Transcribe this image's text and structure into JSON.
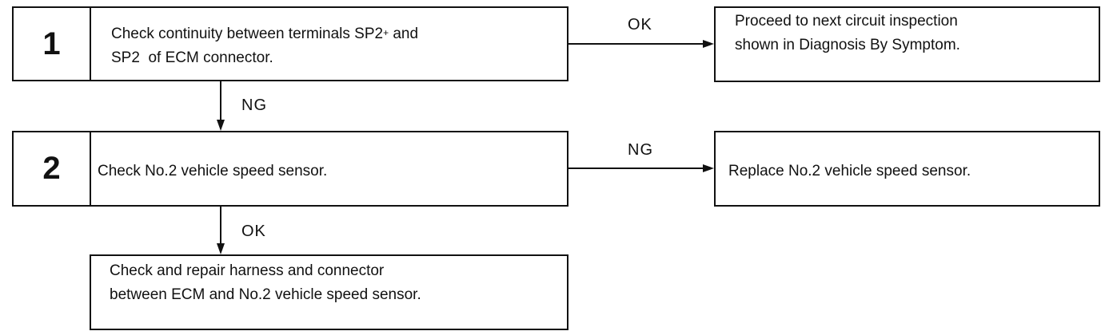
{
  "steps": [
    {
      "number": "1",
      "line1_prefix": "Check continuity between terminals SP2",
      "line1_sup": "+",
      "line1_suffix": " and",
      "line2": "SP2  of ECM connector."
    },
    {
      "number": "2",
      "line1": "Check No.2 vehicle speed sensor."
    }
  ],
  "results": {
    "step1_ok": {
      "line1": "Proceed to next circuit inspection",
      "line2": "shown in Diagnosis By Symptom."
    },
    "step2_ng": {
      "line1": "Replace No.2 vehicle speed sensor."
    },
    "final": {
      "line1": "Check and repair harness and connector",
      "line2": "between ECM and No.2 vehicle speed sensor."
    }
  },
  "labels": {
    "step1_right": "OK",
    "step1_down": "NG",
    "step2_right": "NG",
    "step2_down": "OK"
  }
}
